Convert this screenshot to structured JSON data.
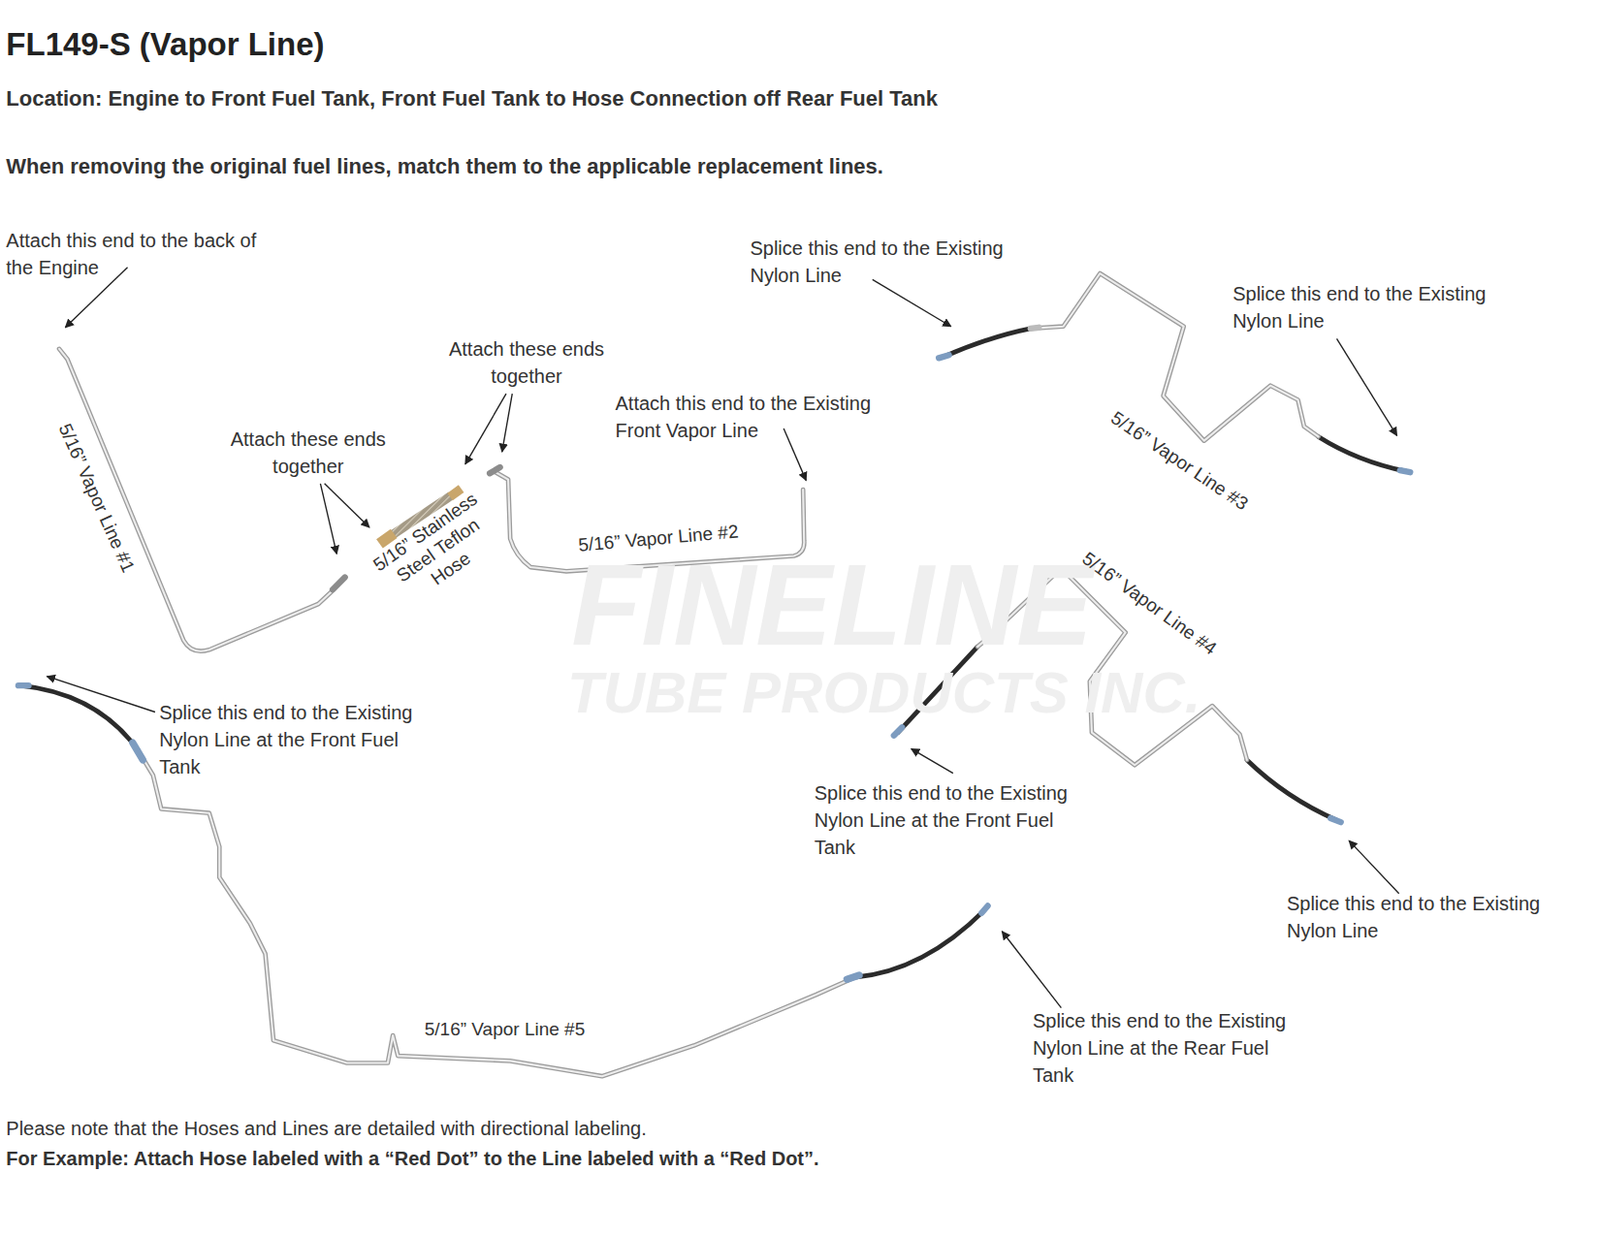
{
  "diagram": {
    "title": "FL149-S (Vapor Line)",
    "labels": [
      "FINELINE",
      "TUBE PRODUCTS INC.",
      "Location: Engine to Front Fuel Tank, Front Fuel Tank to Hose Connection off Rear Fuel Tank",
      "When removing the original fuel lines, match them to the applicable replacement lines.",
      "Attach this end to the back of the Engine",
      "5/16” Vapor Line #1",
      "Attach these ends together",
      "Attach these ends together",
      "5/16” Stainless Steel Teflon Hose",
      "Attach this end to the Existing Front Vapor Line",
      "5/16” Vapor Line #2",
      "Splice this end to the Existing Nylon Line",
      "Splice this end to the Existing Nylon Line",
      "5/16” Vapor Line #3",
      "5/16” Vapor Line #4",
      "Splice this end to the Existing Nylon Line at the Front Fuel Tank",
      "Splice this end to the Existing Nylon Line at the Front Fuel Tank",
      "Splice this end to the Existing Nylon Line",
      "5/16” Vapor Line #5",
      "Splice this end to the Existing Nylon Line at the Rear Fuel Tank",
      "Please note that the Hoses and Lines are detailed with directional labeling.",
      "For Example: Attach Hose labeled with a “Red Dot” to the Line labeled with a “Red Dot”."
    ]
  }
}
